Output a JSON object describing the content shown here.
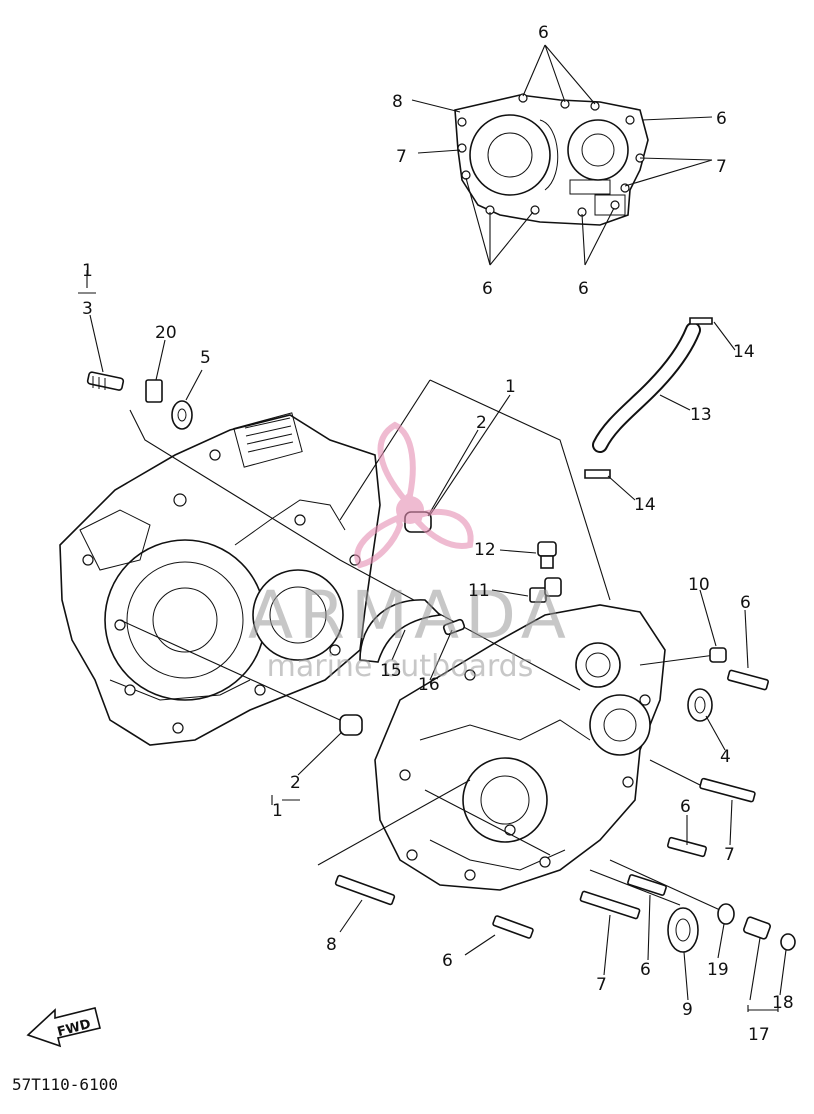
{
  "callouts": {
    "top_6": "6",
    "top_8": "8",
    "top_6_right": "6",
    "top_7_left": "7",
    "top_7_right": "7",
    "top_6_bottom_left": "6",
    "top_6_bottom_right": "6",
    "c1_top": "1",
    "c3": "3",
    "c20": "20",
    "c5": "5",
    "c1_mid": "1",
    "c2_mid": "2",
    "c14_top": "14",
    "c13": "13",
    "c14_mid": "14",
    "c12": "12",
    "c11": "11",
    "c15": "15",
    "c16": "16",
    "c10": "10",
    "c6_right": "6",
    "c4": "4",
    "c2_low": "2",
    "c1_low": "1",
    "c7_right": "7",
    "c6_right2": "6",
    "c8": "8",
    "c6_bottom": "6",
    "c7_bottom": "7",
    "c6_bottom2": "6",
    "c9": "9",
    "c19": "19",
    "c18": "18",
    "c17": "17"
  },
  "watermark": {
    "brand": "ARMADA",
    "tagline": "marine outboards"
  },
  "fwd_label": "FWD",
  "part_code": "57T110-6100"
}
